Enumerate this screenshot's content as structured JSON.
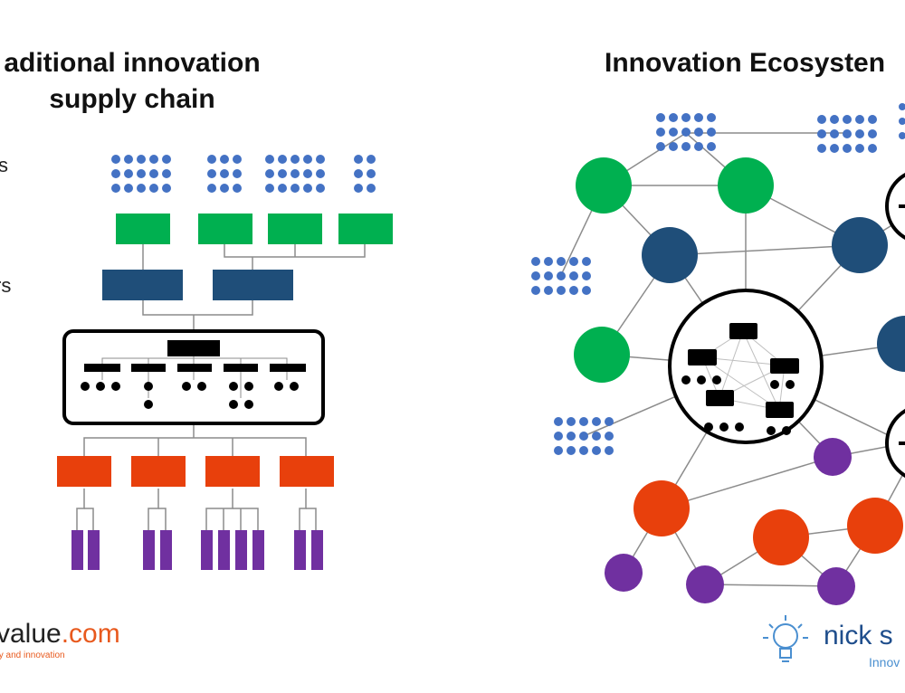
{
  "left_panel": {
    "title": "aditional innovation\nsupply chain",
    "title_line1": "aditional innovation",
    "title_line2": "supply chain",
    "side_labels": [
      "s",
      "rs"
    ]
  },
  "right_panel": {
    "title": "Innovation Ecosysten"
  },
  "logos": {
    "left_main_prefix": "value",
    "left_main_suffix": ".com",
    "left_tagline": "ty and innovation",
    "right_main": "nick s",
    "right_sub": "Innov"
  },
  "colors": {
    "green": "#00b050",
    "navy": "#1f4e79",
    "orange": "#e8400c",
    "purple": "#7030a0",
    "blue_dot": "#4472c4",
    "black": "#000000",
    "line": "#8c8c8c"
  }
}
